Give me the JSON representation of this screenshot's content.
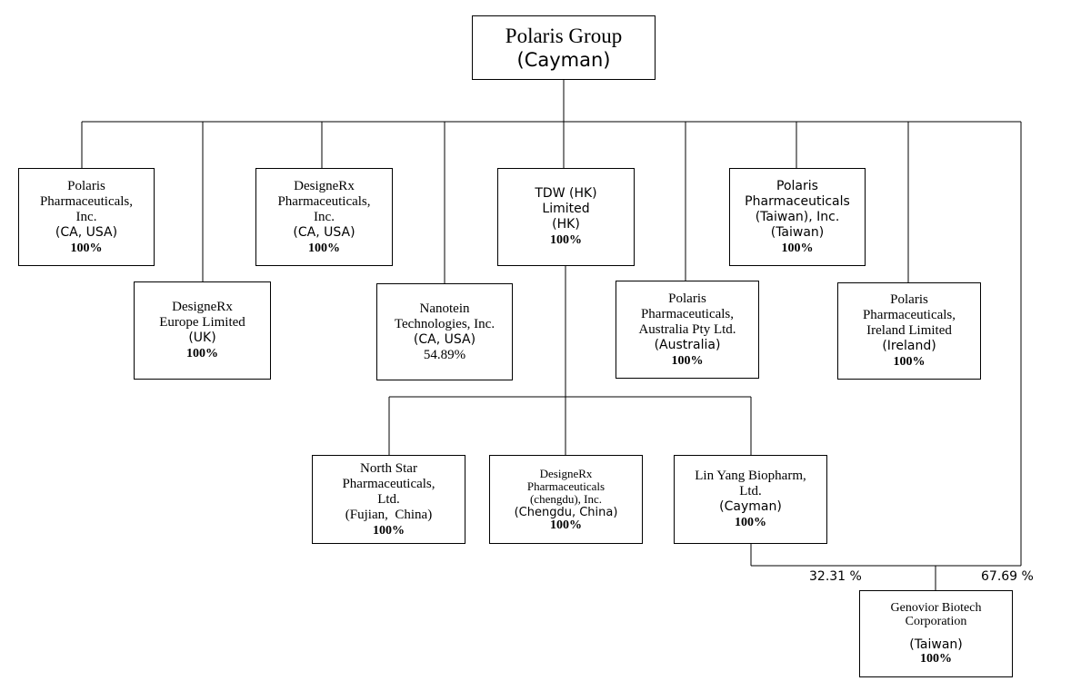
{
  "root": {
    "name": "Polaris Group",
    "jurisdiction": "(Cayman)"
  },
  "entities": {
    "polaris_pharma_inc": {
      "line1": "Polaris",
      "line2": "Pharmaceuticals,",
      "line3": "Inc.",
      "location": "(CA, USA)",
      "ownership": "100%"
    },
    "designerx_europe": {
      "line1": "DesigneRx",
      "line2": "Europe Limited",
      "location": "(UK)",
      "ownership": "100%"
    },
    "designerx_pharma_inc": {
      "line1": "DesigneRx",
      "line2": "Pharmaceuticals,",
      "line3": "Inc.",
      "location": "(CA, USA)",
      "ownership": "100%"
    },
    "nanotein": {
      "line1": "Nanotein",
      "line2": "Technologies, Inc.",
      "location": "(CA, USA)",
      "ownership": "54.89%"
    },
    "tdw_hk": {
      "line1": "TDW (HK)",
      "line2": "Limited",
      "location": "(HK)",
      "ownership": "100%"
    },
    "polaris_australia": {
      "line1": "Polaris",
      "line2": "Pharmaceuticals,",
      "line3": "Australia Pty Ltd.",
      "location": "(Australia)",
      "ownership": "100%"
    },
    "polaris_taiwan": {
      "line1": "Polaris",
      "line2": "Pharmaceuticals",
      "line3": "(Taiwan), Inc.",
      "location": "(Taiwan)",
      "ownership": "100%"
    },
    "polaris_ireland": {
      "line1": "Polaris",
      "line2": "Pharmaceuticals,",
      "line3": "Ireland Limited",
      "location": "(Ireland)",
      "ownership": "100%"
    },
    "north_star": {
      "line1": "North Star",
      "line2": "Pharmaceuticals,",
      "line3": "Ltd.",
      "location": "(Fujian,  China)",
      "ownership": "100%"
    },
    "designerx_chengdu": {
      "line1": "DesigneRx",
      "line2": "Pharmaceuticals",
      "line3": "(chengdu), Inc.",
      "location": "(Chengdu, China)",
      "ownership": "100%"
    },
    "lin_yang": {
      "line1": "Lin Yang Biopharm,",
      "line2": "Ltd.",
      "location": "(Cayman)",
      "ownership": "100%"
    },
    "genovior": {
      "line1": "Genovior Biotech",
      "line2": "Corporation",
      "location": "(Taiwan)",
      "ownership": "100%"
    }
  },
  "edge_labels": {
    "lin_yang_to_genovior": "32.31 %",
    "group_to_genovior": "67.69 %"
  }
}
